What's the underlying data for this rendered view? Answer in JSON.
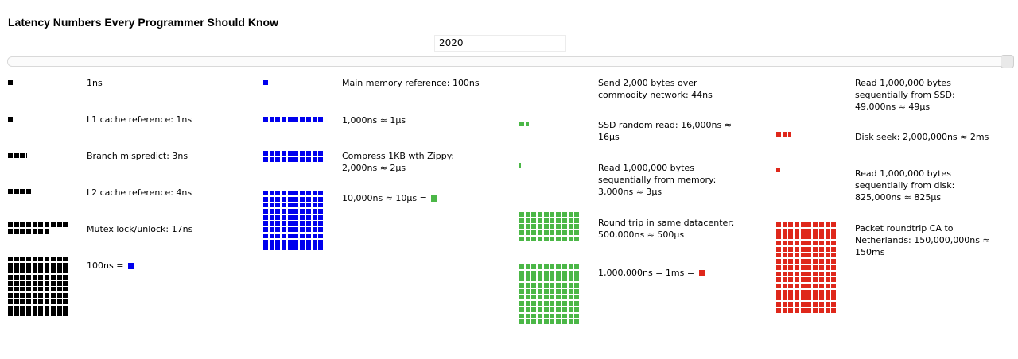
{
  "title": "Latency Numbers Every Programmer Should Know",
  "year": "2020",
  "colors": {
    "ns": "#000000",
    "hundred_ns": "#0000ee",
    "ten_us": "#4bb747",
    "ms": "#df281b"
  },
  "columns": [
    {
      "unit": "1ns (black square)",
      "rows": [
        {
          "label": "1ns",
          "squares": {
            "count": 1,
            "fraction": 0,
            "color": "#000000"
          }
        },
        {
          "label": "L1 cache reference: 1ns",
          "squares": {
            "count": 1,
            "fraction": 0,
            "color": "#000000"
          }
        },
        {
          "label": "Branch mispredict: 3ns",
          "squares": {
            "count": 3,
            "fraction": 0.15,
            "color": "#000000"
          }
        },
        {
          "label": "L2 cache reference: 4ns",
          "squares": {
            "count": 4,
            "fraction": 0.15,
            "color": "#000000"
          }
        },
        {
          "label": "Mutex lock/unlock: 17ns",
          "squares": {
            "count": 17,
            "fraction": 0,
            "color": "#000000"
          }
        },
        {
          "label": "100ns = ",
          "swatch": "#0000ee",
          "squares": {
            "count": 100,
            "fraction": 0,
            "color": "#000000"
          }
        }
      ]
    },
    {
      "unit": "100ns (blue square)",
      "rows": [
        {
          "label": "Main memory reference: 100ns",
          "squares": {
            "count": 1,
            "fraction": 0,
            "color": "#0000ee"
          }
        },
        {
          "label": "1,000ns ≈ 1µs",
          "squares": {
            "count": 10,
            "fraction": 0,
            "color": "#0000ee"
          }
        },
        {
          "label": "Compress 1KB wth Zippy:\n2,000ns ≈ 2µs",
          "squares": {
            "count": 20,
            "fraction": 0,
            "color": "#0000ee"
          }
        },
        {
          "label": "10,000ns ≈ 10µs = ",
          "swatch": "#4bb747",
          "squares": {
            "count": 100,
            "fraction": 0,
            "color": "#0000ee"
          }
        }
      ]
    },
    {
      "unit": "10µs (green square)",
      "rows": [
        {
          "label": "Send 2,000 bytes over\ncommodity network: 44ns",
          "squares": {
            "count": 0,
            "fraction": 0,
            "color": "#4bb747"
          }
        },
        {
          "label": "SSD random read: 16,000ns ≈\n16µs",
          "squares": {
            "count": 1,
            "fraction": 0.6,
            "color": "#4bb747"
          }
        },
        {
          "label": "Read 1,000,000 bytes\nsequentially from memory:\n3,000ns ≈ 3µs",
          "squares": {
            "count": 0,
            "fraction": 0.3,
            "color": "#4bb747"
          }
        },
        {
          "label": "Round trip in same datacenter:\n500,000ns ≈ 500µs",
          "squares": {
            "count": 50,
            "fraction": 0,
            "color": "#4bb747"
          }
        },
        {
          "label": "1,000,000ns = 1ms = ",
          "swatch": "#df281b",
          "squares": {
            "count": 100,
            "fraction": 0,
            "color": "#4bb747"
          }
        }
      ]
    },
    {
      "unit": "1ms (red square)",
      "rows": [
        {
          "label": "Read 1,000,000 bytes\nsequentially from SSD:\n49,000ns ≈ 49µs",
          "squares": {
            "count": 0,
            "fraction": 0,
            "color": "#df281b"
          }
        },
        {
          "label": "Disk seek: 2,000,000ns ≈ 2ms",
          "squares": {
            "count": 2,
            "fraction": 0.45,
            "color": "#df281b"
          }
        },
        {
          "label": "Read 1,000,000 bytes\nsequentially from disk:\n825,000ns ≈ 825µs",
          "squares": {
            "count": 0,
            "fraction": 0.82,
            "color": "#df281b"
          }
        },
        {
          "label": "Packet roundtrip CA to\nNetherlands: 150,000,000ns ≈\n150ms",
          "squares": {
            "count": 150,
            "fraction": 0,
            "color": "#df281b"
          }
        }
      ]
    }
  ],
  "chart_data": {
    "type": "table",
    "title": "Latency Numbers Every Programmer Should Know",
    "year": "2020",
    "unit_legend": [
      {
        "square": "black",
        "equals_ns": 1
      },
      {
        "square": "blue",
        "equals_ns": 100,
        "note": "100ns = 1 blue square = 100 black squares"
      },
      {
        "square": "green",
        "equals_ns": 10000,
        "note": "10,000ns ≈ 10µs = 1 green square = 100 blue squares"
      },
      {
        "square": "red",
        "equals_ns": 1000000,
        "note": "1,000,000ns = 1ms = 1 red square = 100 green squares"
      }
    ],
    "items": [
      {
        "operation": "L1 cache reference",
        "latency_ns": 1
      },
      {
        "operation": "Branch mispredict",
        "latency_ns": 3
      },
      {
        "operation": "L2 cache reference",
        "latency_ns": 4
      },
      {
        "operation": "Mutex lock/unlock",
        "latency_ns": 17
      },
      {
        "operation": "Main memory reference",
        "latency_ns": 100
      },
      {
        "operation": "Compress 1KB wth Zippy",
        "latency_ns": 2000
      },
      {
        "operation": "Send 2,000 bytes over commodity network",
        "latency_ns": 44
      },
      {
        "operation": "SSD random read",
        "latency_ns": 16000
      },
      {
        "operation": "Read 1,000,000 bytes sequentially from memory",
        "latency_ns": 3000
      },
      {
        "operation": "Round trip in same datacenter",
        "latency_ns": 500000
      },
      {
        "operation": "Read 1,000,000 bytes sequentially from SSD",
        "latency_ns": 49000
      },
      {
        "operation": "Disk seek",
        "latency_ns": 2000000
      },
      {
        "operation": "Read 1,000,000 bytes sequentially from disk",
        "latency_ns": 825000
      },
      {
        "operation": "Packet roundtrip CA to Netherlands",
        "latency_ns": 150000000
      }
    ]
  }
}
